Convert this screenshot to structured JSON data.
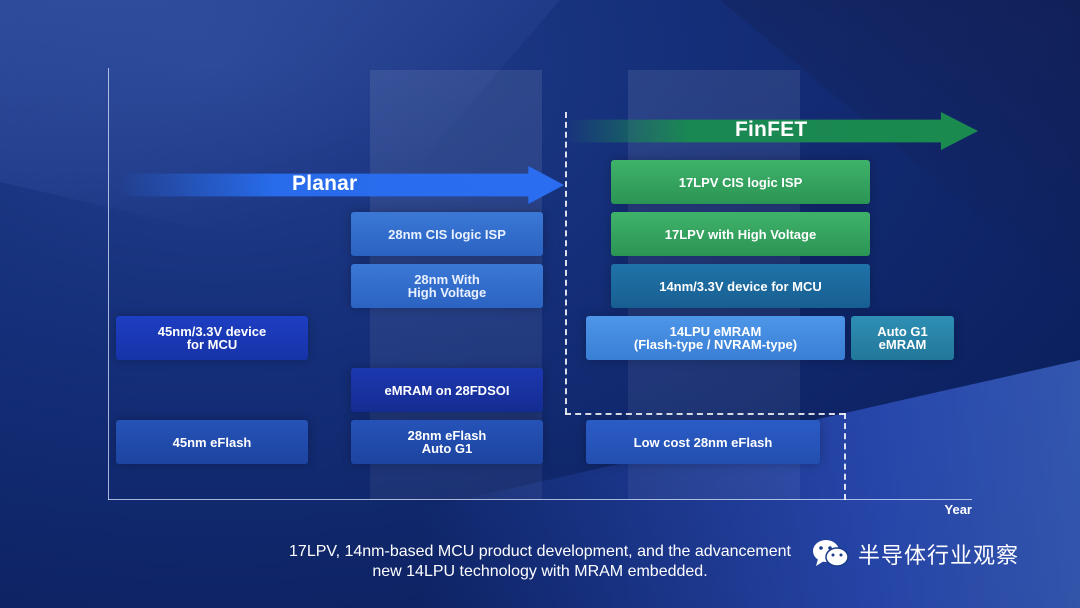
{
  "arrows": {
    "planar": "Planar",
    "finfet": "FinFET"
  },
  "axis": {
    "x_label": "Year"
  },
  "boxes": {
    "cis_28": "28nm CIS logic ISP",
    "hv_28": "28nm With\nHigh Voltage",
    "mcu_45": "45nm/3.3V device\nfor MCU",
    "emram_28fdsoi": "eMRAM on 28FDSOI",
    "eflash_45": "45nm eFlash",
    "eflash_28": "28nm eFlash\nAuto G1",
    "cis_17lpv": "17LPV CIS logic ISP",
    "hv_17lpv": "17LPV with High Voltage",
    "mcu_14": "14nm/3.3V device for MCU",
    "emram_14lpu": "14LPU eMRAM\n(Flash-type / NVRAM-type)",
    "auto_g1_emram": "Auto G1\neMRAM",
    "lowcost_eflash": "Low cost 28nm eFlash"
  },
  "caption": {
    "line1": "17LPV, 14nm-based MCU product development, and the advancement",
    "line2": "new 14LPU technology with MRAM embedded."
  },
  "watermark": {
    "text": "半导体行业观察"
  },
  "colors": {
    "planar_arrow": "#2a6df0",
    "finfet_arrow": "#1b8a4f",
    "background": "#142e78"
  }
}
